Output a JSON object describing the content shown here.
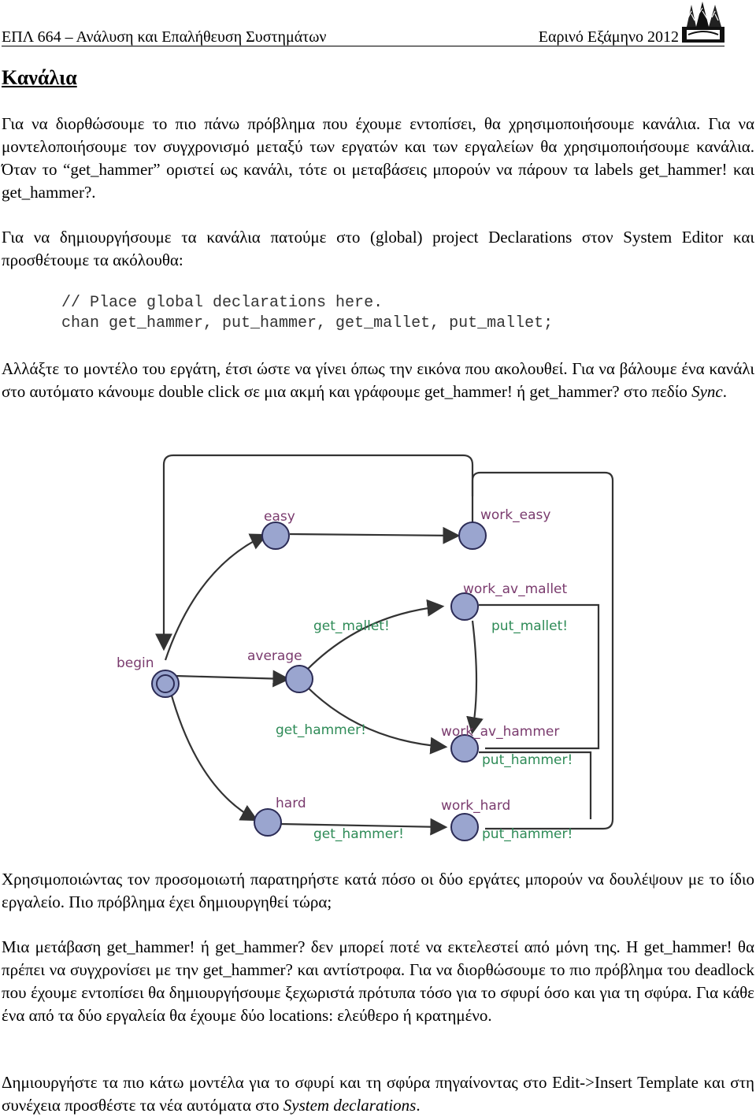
{
  "header": {
    "course": "ΕΠΛ 664 – Ανάλυση και Επαλήθευση Συστημάτων",
    "semester": "Εαρινό Εξάμηνο 2012"
  },
  "title": "Κανάλια",
  "paragraphs": {
    "p1": "Για να διορθώσουμε το πιο πάνω πρόβλημα που έχουμε εντοπίσει, θα χρησιμοποιήσουμε κανάλια. Για να μοντελοποιήσουμε τον συγχρονισμό μεταξύ των εργατών και των εργαλείων θα χρησιμοποιήσουμε κανάλια. Όταν το “get_hammer” οριστεί ως κανάλι, τότε οι μεταβάσεις μπορούν να πάρουν τα labels get_hammer! και get_hammer?.",
    "p2": "Για να δημιουργήσουμε τα κανάλια πατούμε στο (global) project Declarations στον System Editor και προσθέτουμε τα ακόλουθα:",
    "p3_main": "Αλλάξτε το μοντέλο του εργάτη, έτσι ώστε να γίνει όπως την εικόνα που ακολουθεί. Για να βάλουμε ένα κανάλι στο αυτόματο κάνουμε double click σε μια ακμή και γράφουμε get_hammer! ή get_hammer? στο πεδίο ",
    "p3_em": "Sync",
    "p3_end": ".",
    "p4": "Χρησιμοποιώντας τον προσομοιωτή παρατηρήστε κατά πόσο οι δύο εργάτες μπορούν να δουλέψουν με το ίδιο εργαλείο. Πιο πρόβλημα έχει δημιουργηθεί τώρα;",
    "p5": "Μια μετάβαση get_hammer! ή get_hammer? δεν μπορεί ποτέ να εκτελεστεί από μόνη της. Η get_hammer! θα πρέπει να συγχρονίσει με την get_hammer? και αντίστροφα. Για να διορθώσουμε το πιο πρόβλημα του deadlock που έχουμε εντοπίσει θα δημιουργήσουμε ξεχωριστά πρότυπα τόσο για το σφυρί όσο και για τη σφύρα. Για κάθε ένα από τα δύο εργαλεία θα έχουμε δύο locations: ελεύθερο ή κρατημένο.",
    "p6_main": "Δημιουργήστε τα πιο κάτω μοντέλα για το σφυρί και τη σφύρα πηγαίνοντας στο Edit->Insert Template και στη συνέχεια προσθέστε τα νέα αυτόματα στο ",
    "p6_em": "System declarations",
    "p6_end": "."
  },
  "code": {
    "line1": "// Place global declarations here.",
    "line2": "chan get_hammer, put_hammer, get_mallet, put_mallet;"
  },
  "automaton": {
    "locations": {
      "begin": "begin",
      "easy": "easy",
      "work_easy": "work_easy",
      "average": "average",
      "work_av_mallet": "work_av_mallet",
      "work_av_hammer": "work_av_hammer",
      "hard": "hard",
      "work_hard": "work_hard"
    },
    "edges": {
      "get_mallet": "get_mallet!",
      "put_mallet": "put_mallet!",
      "get_hammer_av": "get_hammer!",
      "put_hammer_av": "put_hammer!",
      "get_hammer_hard": "get_hammer!",
      "put_hammer_hard": "put_hammer!"
    },
    "colors": {
      "location_fill": "#9aa5cf",
      "location_stroke": "#2b2b55",
      "edge": "#333333",
      "sync_label": "#2e8b57",
      "location_label": "#7a3b6e"
    }
  }
}
